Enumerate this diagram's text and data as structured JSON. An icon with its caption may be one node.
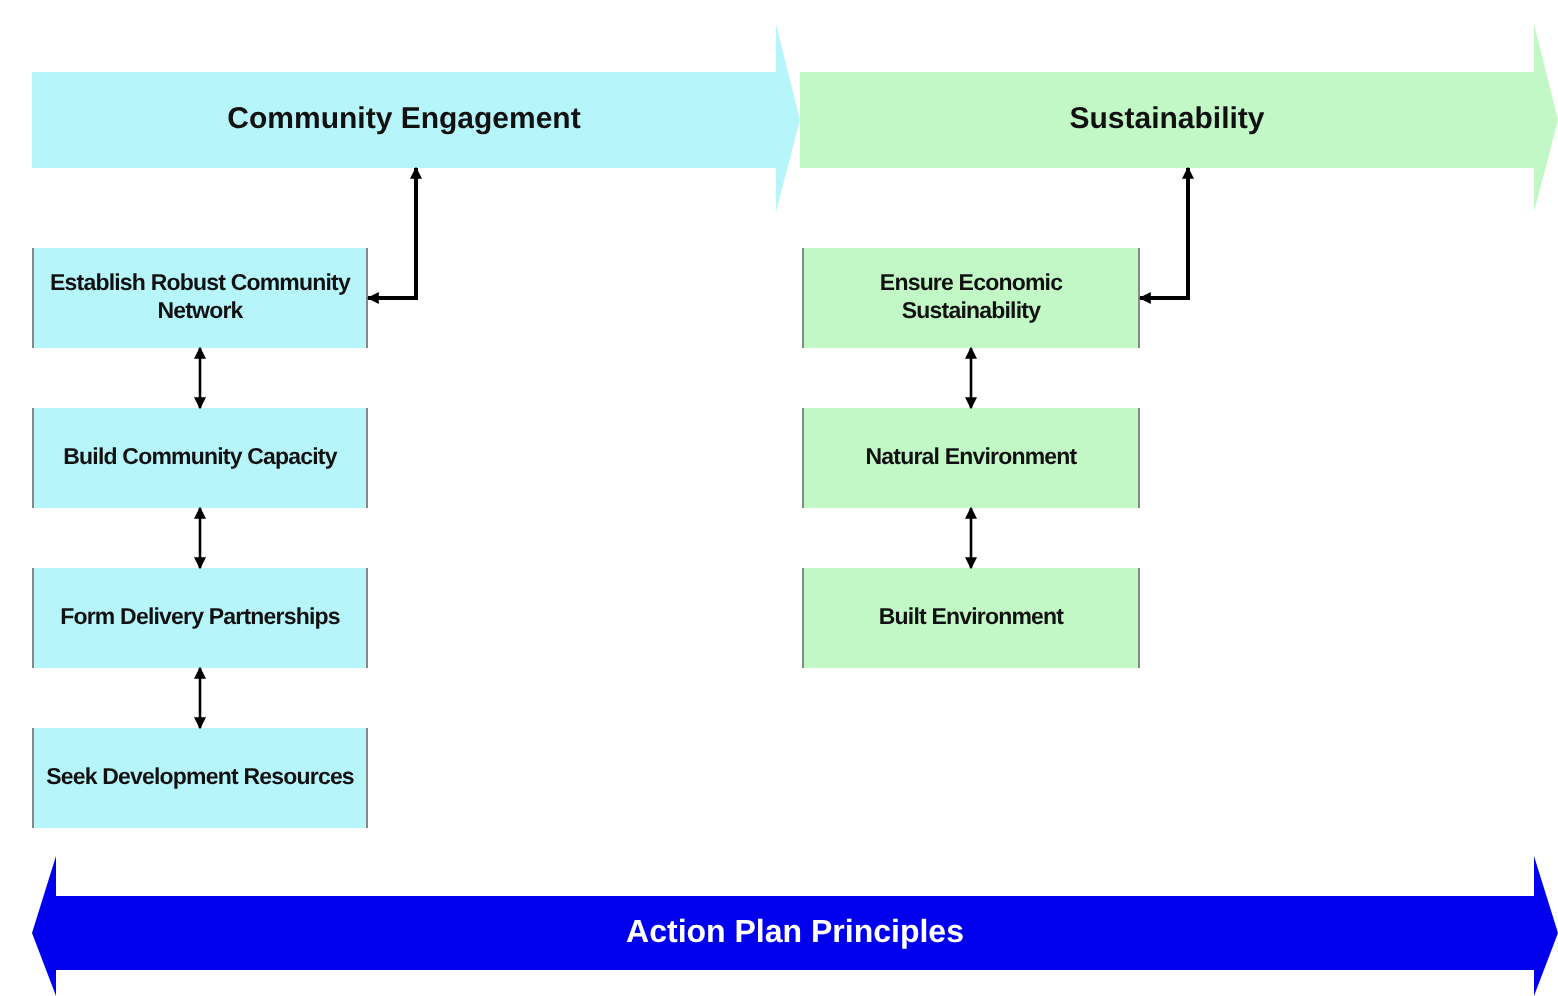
{
  "diagram": {
    "nodes": [
      {
        "text": [
          "Community Engagement"
        ]
      },
      {
        "text": [
          "Sustainability"
        ]
      },
      {
        "text": [
          "Establish Robust Community Network"
        ]
      },
      {
        "text": [
          "Build Community Capacity"
        ]
      },
      {
        "text": [
          "Form Delivery Partnerships"
        ]
      },
      {
        "text": [
          "Seek Development Resources"
        ]
      },
      {
        "text": [
          "Ensure Economic Sustainability"
        ]
      },
      {
        "text": [
          "Natural Environment"
        ]
      },
      {
        "text": [
          "Built Environment"
        ]
      },
      {
        "text": [
          "Action Plan Principles"
        ]
      }
    ],
    "edges": [
      {
        "from": 2,
        "to": 0,
        "arrow": "both"
      },
      {
        "from": 2,
        "to": 3,
        "arrow": "both"
      },
      {
        "from": 3,
        "to": 4,
        "arrow": "both"
      },
      {
        "from": 4,
        "to": 5,
        "arrow": "both"
      },
      {
        "from": 6,
        "to": 1,
        "arrow": "both"
      },
      {
        "from": 6,
        "to": 7,
        "arrow": "both"
      },
      {
        "from": 7,
        "to": 8,
        "arrow": "both"
      }
    ]
  }
}
